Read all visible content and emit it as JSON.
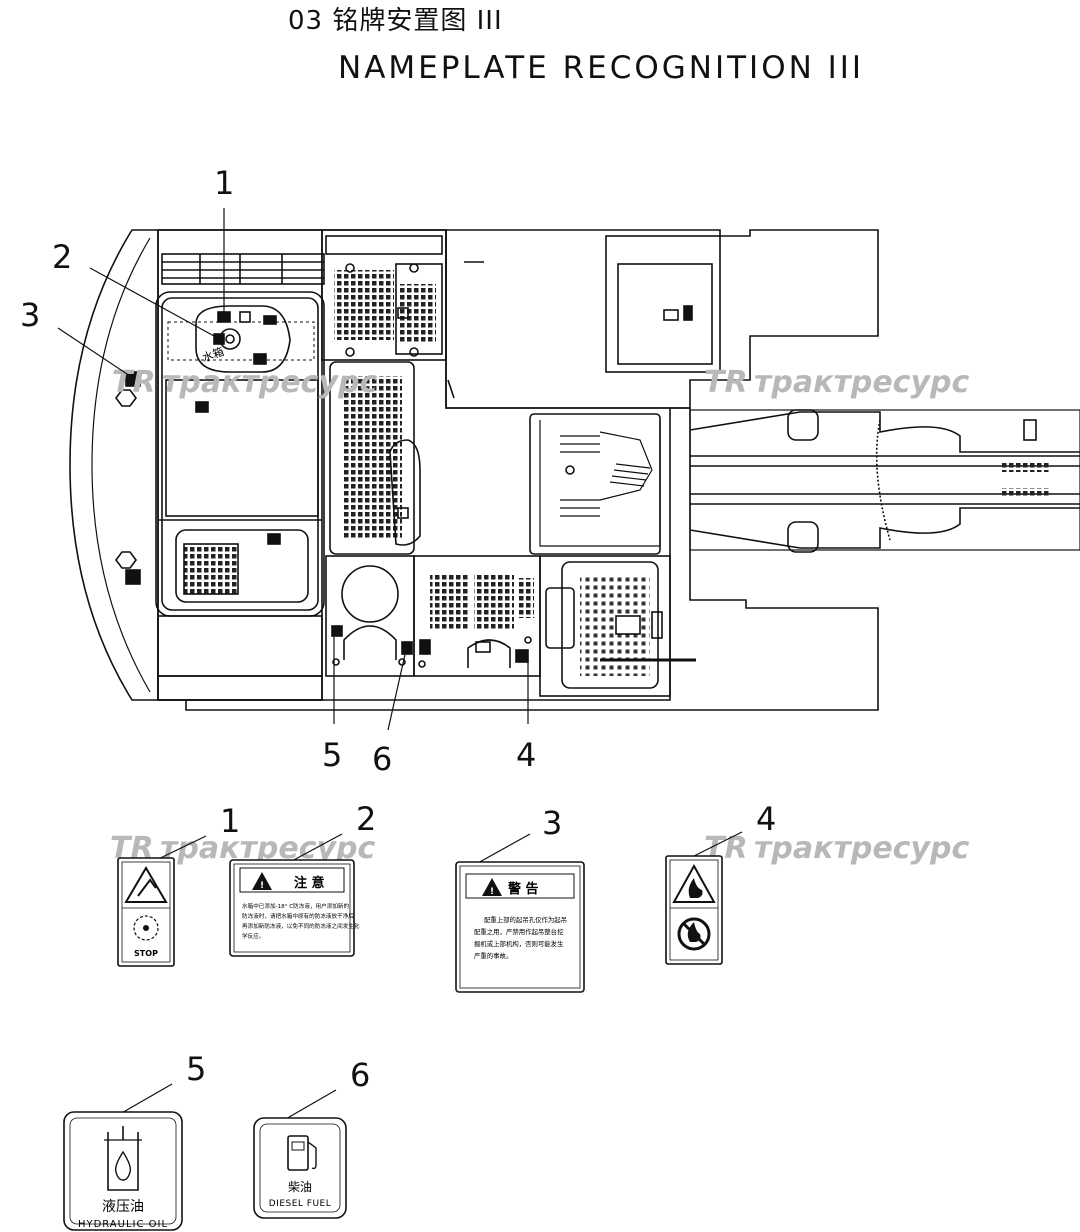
{
  "title": {
    "cn": "03 铭牌安置图  III",
    "en": "NAMEPLATE  RECOGNITION  III"
  },
  "callouts": [
    "1",
    "2",
    "3",
    "4",
    "5",
    "6"
  ],
  "watermark": {
    "logo": "TR",
    "text": "трактресурс"
  },
  "machine": {
    "water_tank_label": "水箱"
  },
  "labels": {
    "label1": {
      "number": "1",
      "text": "STOP"
    },
    "label2": {
      "number": "2",
      "heading": "注 意",
      "body": [
        "水箱中已添加-18° C防冻液，用户添加新的",
        "防冻液时，请把水箱中原有的防冻液放干净后",
        "再添加新防冻液，以免不同的防冻液之间发生化",
        "学反应。"
      ]
    },
    "label3": {
      "number": "3",
      "heading": "警  告",
      "body": [
        "配重上部的起吊孔仅作为起吊",
        "配重之用，严禁用作起吊整台挖",
        "掘机或上部机构，否则可能发生",
        "严重的事故。"
      ]
    },
    "label4": {
      "number": "4"
    },
    "label5": {
      "number": "5",
      "cn": "液压油",
      "en": "HYDRAULIC OIL"
    },
    "label6": {
      "number": "6",
      "cn": "柴油",
      "en": "DIESEL FUEL"
    }
  },
  "colors": {
    "line": "#111111",
    "watermark": "#b8b8b8"
  }
}
